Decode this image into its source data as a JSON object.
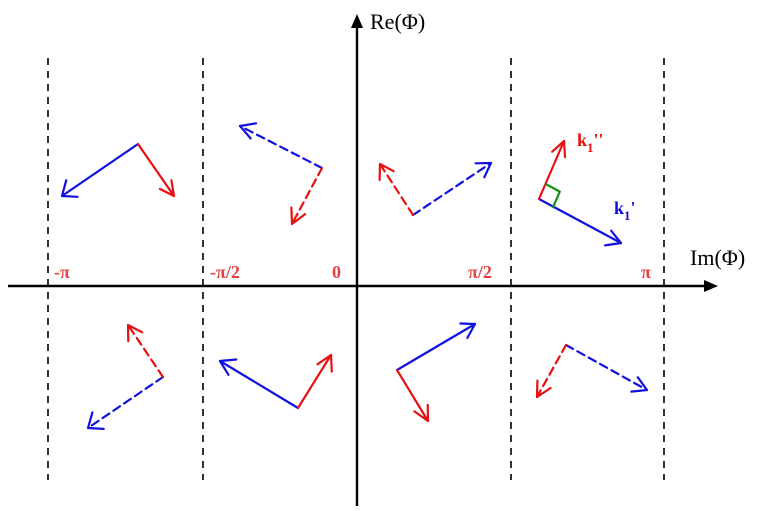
{
  "axes": {
    "vertical_label": "Re(Φ)",
    "horizontal_label": "Im(Φ)"
  },
  "ticks": {
    "minus_pi": "-π",
    "minus_half_pi": "-π/2",
    "zero": "0",
    "half_pi": "π/2",
    "pi": "π"
  },
  "vector_labels": {
    "k1_double_prime": "k1''",
    "k1_prime": "k1'"
  },
  "colors": {
    "blue": "#1010e0",
    "red": "#e81010",
    "green": "#149014",
    "label_red": "#e84040",
    "axis": "#000000"
  }
}
